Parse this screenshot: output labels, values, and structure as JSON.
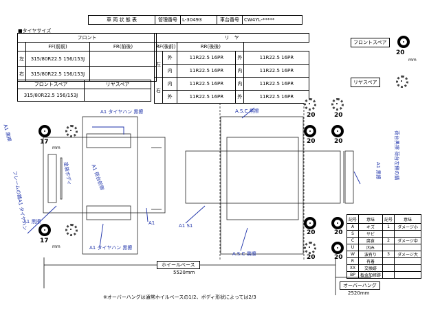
{
  "header": {
    "title": "車 両 状 態 表",
    "mgmt_label": "管理番号",
    "mgmt_value": "L-30493",
    "chassis_label": "車台番号",
    "chassis_value": "CW4YL-*****"
  },
  "section_title": "■タイヤサイズ",
  "front": {
    "title": "フロント",
    "col_left": "FF(前前)",
    "col_right": "FR(前後)",
    "rows": [
      {
        "side": "左",
        "ff": "315/80R22.5 156/153J",
        "fr": ""
      },
      {
        "side": "右",
        "ff": "315/80R22.5 156/153J",
        "fr": ""
      }
    ]
  },
  "front_spare_table": {
    "col_left": "フロントスペア",
    "col_right": "リヤスペア",
    "value_left": "315/80R22.5 156/153J",
    "value_right": ""
  },
  "rear": {
    "title": "リ　ヤ",
    "col_left": "RF(後前)",
    "col_right": "RR(後後)",
    "side_left": "左",
    "side_right": "右",
    "rows": [
      {
        "pos": "外",
        "rf": "11R22.5 16PR",
        "rr": "11R22.5 16PR"
      },
      {
        "pos": "内",
        "rf": "11R22.5 16PR",
        "rr": "11R22.5 16PR"
      },
      {
        "pos": "内",
        "rf": "11R22.5 16PR",
        "rr": "11R22.5 16PR"
      },
      {
        "pos": "外",
        "rf": "11R22.5 16PR",
        "rr": "11R22.5 16PR"
      }
    ]
  },
  "spare_panel": {
    "front_spare_label": "フロントスペア",
    "front_spare_depth": "20",
    "rear_spare_label": "リヤスペア",
    "unit": "mm"
  },
  "tread": {
    "front_left": "17",
    "front_right": "17",
    "rear_value": "20",
    "unit": "mm"
  },
  "legend": {
    "headers": [
      "記号",
      "意味",
      "記号",
      "意味"
    ],
    "rows": [
      {
        "code": "A",
        "meaning": "キズ",
        "code2": "1",
        "meaning2": "ダメージ小"
      },
      {
        "code": "S",
        "meaning": "サビ",
        "code2": "",
        "meaning2": ""
      },
      {
        "code": "C",
        "meaning": "腐食",
        "code2": "2",
        "meaning2": "ダメージ中"
      },
      {
        "code": "U",
        "meaning": "凹み",
        "code2": "",
        "meaning2": ""
      },
      {
        "code": "W",
        "meaning": "波有り",
        "code2": "3",
        "meaning2": "ダメージ大"
      },
      {
        "code": "R",
        "meaning": "有着",
        "code2": "",
        "meaning2": ""
      },
      {
        "code": "XX",
        "meaning": "交換跡",
        "code2": "",
        "meaning2": ""
      },
      {
        "code": "BP",
        "meaning": "板金加修跡",
        "code2": "",
        "meaning2": ""
      }
    ]
  },
  "wheelbase": {
    "label": "ホイールベース",
    "value": "5520mm"
  },
  "overhang": {
    "label": "オーバーハング",
    "value": "2520mm"
  },
  "footnote": "※オーバーハングは通常ホイルベースの1/2、ボディ形状によっては2/3",
  "annotations": {
    "a1_front_top": "A1 タイヤハン 黒擦",
    "a1_left": "A1 黒擦",
    "side_vertical": "フレームの錆A1 タイヤハン",
    "cab_note1": "塗装ボディ",
    "cab_note2": "A1 荷台前側",
    "a1_front_bottom": "A1 黒擦",
    "a1_tire_bottom": "A1 タイヤハン 黒擦",
    "a1_mid": "A1",
    "a1s1": "A1 S1",
    "asc_top": "A.S.C 黒擦",
    "asc_bottom": "A.S.C 黒擦",
    "right_vertical": "荷台黒擦 荷台左側の錆",
    "a1_right": "A1 黒擦"
  }
}
